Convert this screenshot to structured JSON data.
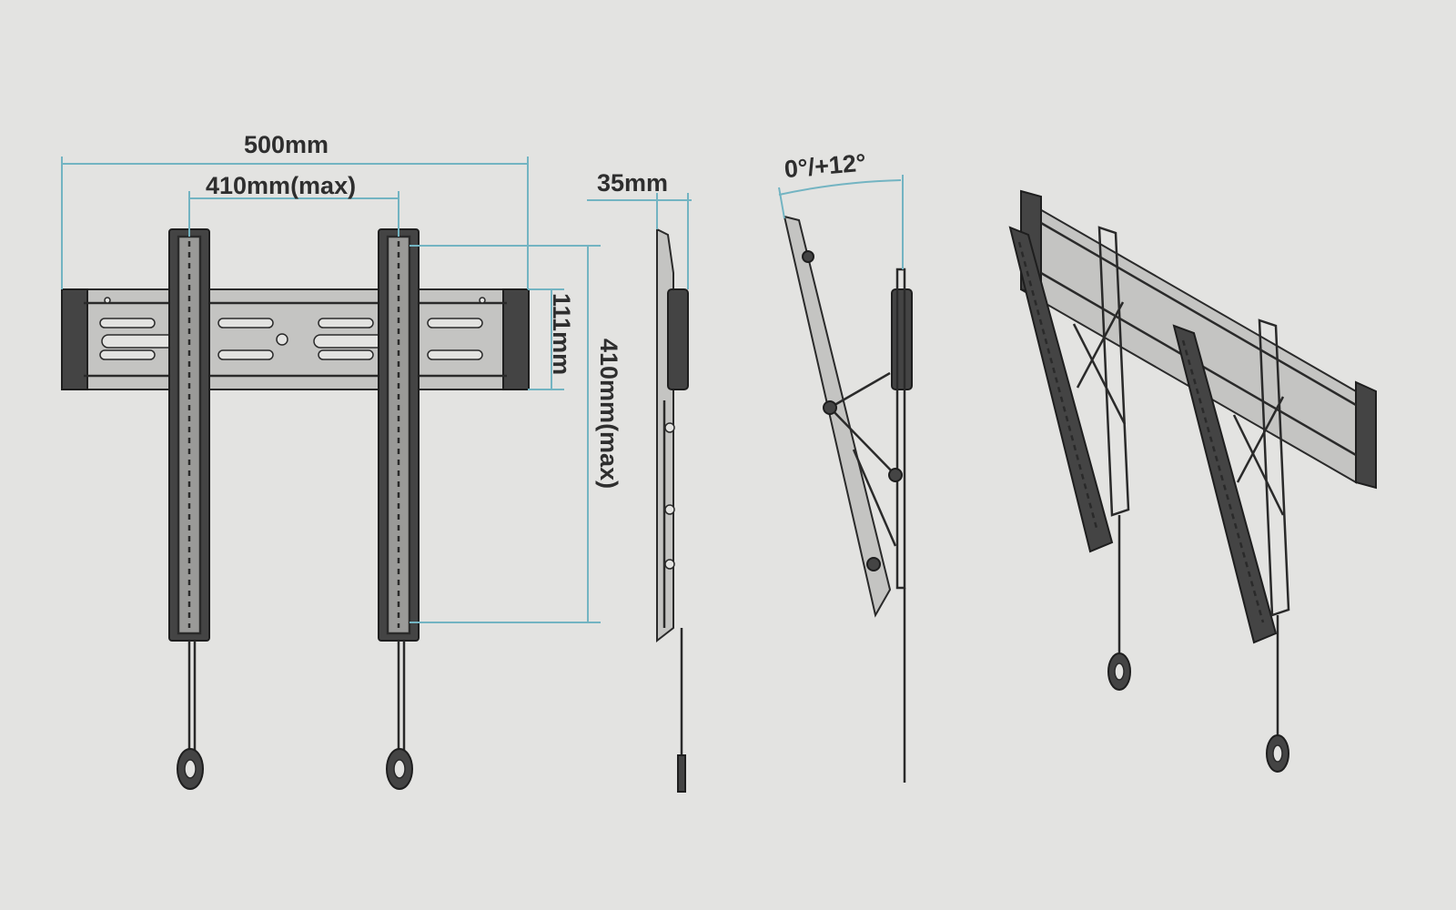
{
  "dimensions": {
    "overall_width": "500mm",
    "vesa_width": "410mm(max)",
    "depth": "35mm",
    "tilt": "0°/+12°",
    "plate_height": "111mm",
    "vesa_height": "410mm(max)"
  },
  "colors": {
    "background": "#e3e3e1",
    "dimension_line": "#73b4c2",
    "outline": "#2a2a2a"
  }
}
